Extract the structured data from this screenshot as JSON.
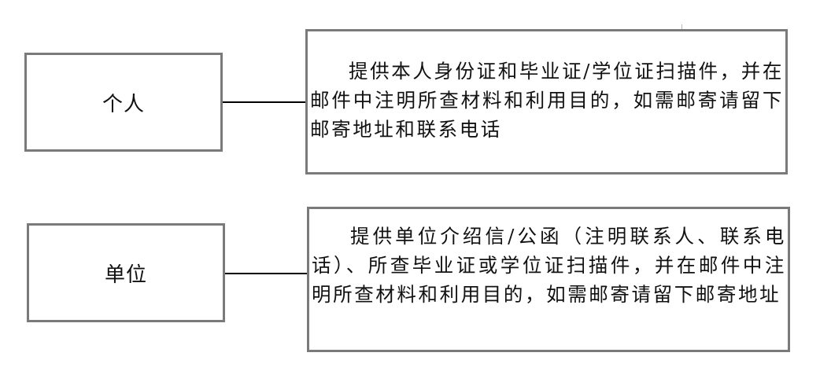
{
  "diagram": {
    "rows": [
      {
        "applicant": "个人",
        "requirement": "提供本人身份证和毕业证/学位证扫描件，并在邮件中注明所查材料和利用目的，如需邮寄请留下邮寄地址和联系电话"
      },
      {
        "applicant": "单位",
        "requirement": "提供单位介绍信/公函（注明联系人、联系电话）、所查毕业证或学位证扫描件，并在邮件中注明所查材料和利用目的，如需邮寄请留下邮寄地址"
      }
    ]
  }
}
